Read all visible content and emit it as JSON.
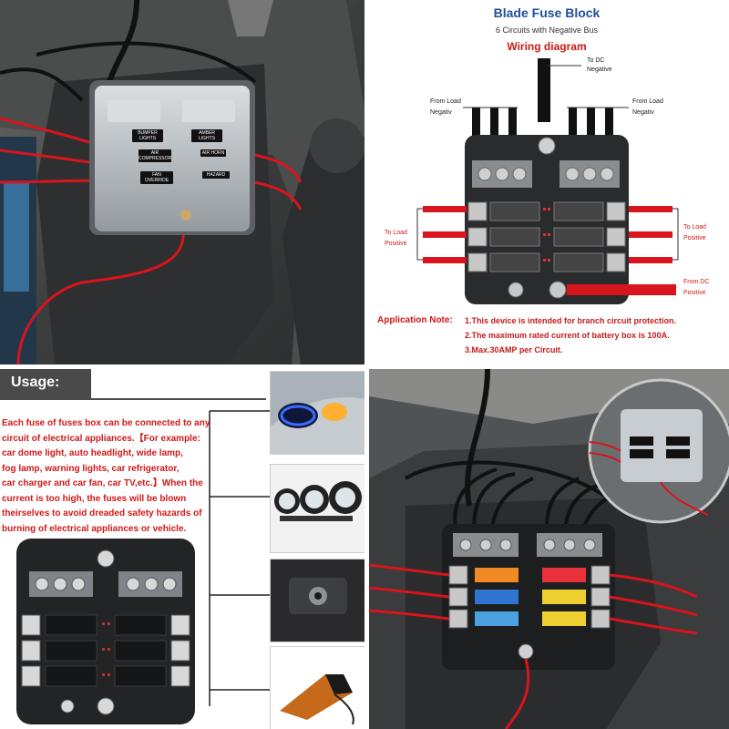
{
  "photo_top_left": {
    "fuse_labels": [
      "BUMPER LIGHTS",
      "AMBER LIGHTS",
      "AIR COMPRESSOR",
      "AIR HORN",
      "FAN OVERRIDE",
      "HAZARD"
    ]
  },
  "diagram": {
    "title": "Blade Fuse Block",
    "subtitle": "6 Circuits with Negative Bus",
    "section_label": "Wiring diagram",
    "to_dc_negative": [
      "To DC",
      "Negative"
    ],
    "from_load_left": [
      "From Load",
      "Negativ"
    ],
    "from_load_right": [
      "From Load",
      "Negativ"
    ],
    "to_load_left": [
      "To Load",
      "Positive"
    ],
    "to_load_right": [
      "To Load",
      "Positive"
    ],
    "from_dc_positive": [
      "From DC",
      "Positive"
    ],
    "application_note_label": "Application Note:",
    "notes": [
      "1.This device is intended for branch circuit protection.",
      "2.The maximum rated current of battery box is 100A.",
      "3.Max.30AMP per Circuit."
    ]
  },
  "usage": {
    "heading": "Usage:",
    "lines": [
      "Each fuse of fuses box can be connected to any",
      "circuit of electrical appliances.【For example:",
      "car dome light, auto headlight, wide lamp,",
      "fog lamp, warning lights, car refrigerator,",
      "car charger and car fan, car TV,etc.】When the",
      "current is too high, the fuses will be blown",
      "theirselves to avoid dreaded safety hazards of",
      "burning of electrical appliances or vehicle."
    ]
  },
  "colors": {
    "heading_red": "#d01818",
    "title_blue": "#1f4e9a",
    "wire_red": "#d8141c",
    "usage_banner": "#4a4a4a"
  }
}
